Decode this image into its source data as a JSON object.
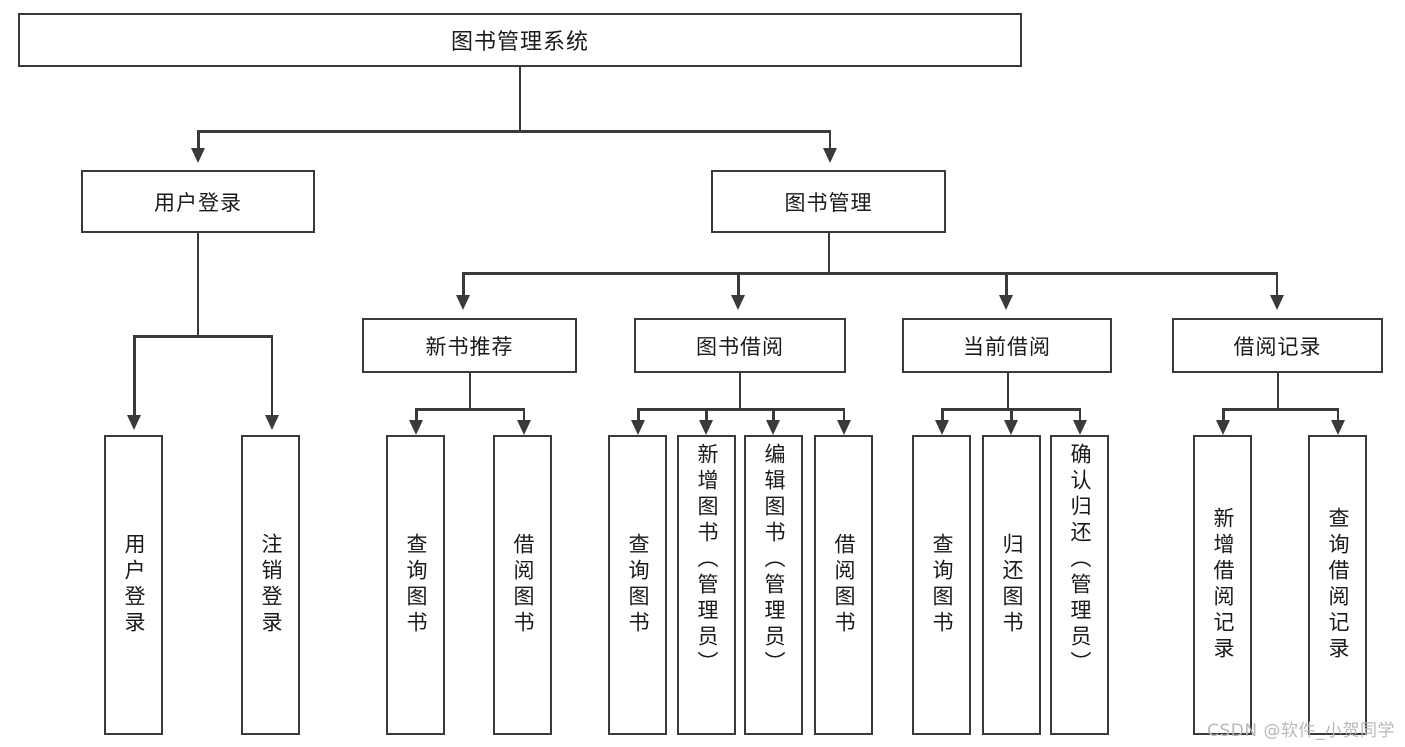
{
  "diagram": {
    "title": "图书管理系统",
    "type": "tree",
    "orientation": "top-down",
    "colors": {
      "background": "#ffffff",
      "stroke": "#3a3a3a",
      "node_fill": "#ffffff",
      "text": "#1a1a1a",
      "watermark": "#b9b9b9"
    }
  },
  "watermark": {
    "text": "CSDN @软件_小贺同学"
  },
  "nodes": {
    "root": {
      "label": "图书管理系统"
    },
    "level2": [
      {
        "id": "user-login",
        "label": "用户登录"
      },
      {
        "id": "book-manage",
        "label": "图书管理"
      }
    ],
    "level3": [
      {
        "id": "new-book-recommend",
        "label": "新书推荐"
      },
      {
        "id": "book-borrow",
        "label": "图书借阅"
      },
      {
        "id": "current-borrow",
        "label": "当前借阅"
      },
      {
        "id": "borrow-record",
        "label": "借阅记录"
      }
    ],
    "leaves": [
      {
        "id": "leaf-user-login",
        "label": "用户登录",
        "parent": "user-login"
      },
      {
        "id": "leaf-user-logout",
        "label": "注销登录",
        "parent": "user-login"
      },
      {
        "id": "leaf-query-book-rec",
        "label": "查询图书",
        "parent": "new-book-recommend"
      },
      {
        "id": "leaf-borrow-book-rec",
        "label": "借阅图书",
        "parent": "new-book-recommend"
      },
      {
        "id": "leaf-query-book-bor",
        "label": "查询图书",
        "parent": "book-borrow"
      },
      {
        "id": "leaf-add-book",
        "label": "新增图书（管理员）",
        "parent": "book-borrow"
      },
      {
        "id": "leaf-edit-book",
        "label": "编辑图书（管理员）",
        "parent": "book-borrow"
      },
      {
        "id": "leaf-borrow-book",
        "label": "借阅图书",
        "parent": "book-borrow"
      },
      {
        "id": "leaf-query-book-cur",
        "label": "查询图书",
        "parent": "current-borrow"
      },
      {
        "id": "leaf-return-book",
        "label": "归还图书",
        "parent": "current-borrow"
      },
      {
        "id": "leaf-confirm-return",
        "label": "确认归还（管理员）",
        "parent": "current-borrow"
      },
      {
        "id": "leaf-add-borrow-record",
        "label": "新增借阅记录",
        "parent": "borrow-record"
      },
      {
        "id": "leaf-query-borrow-record",
        "label": "查询借阅记录",
        "parent": "borrow-record"
      }
    ]
  }
}
